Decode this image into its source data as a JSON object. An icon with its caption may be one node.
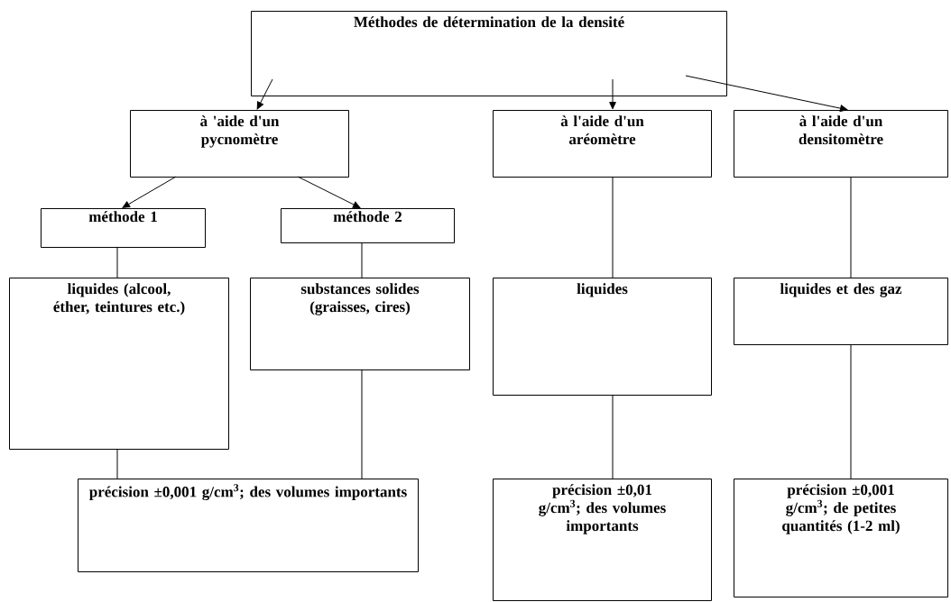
{
  "diagram": {
    "nodes": [
      {
        "text": [
          "Méthodes de détermination de la densité"
        ]
      },
      {
        "text": [
          "à 'aide d'un pycnomètre"
        ]
      },
      {
        "text": [
          "à l'aide d'un aréomètre"
        ]
      },
      {
        "text": [
          "à l'aide d'un densitomètre"
        ]
      },
      {
        "text": [
          "méthode 1"
        ]
      },
      {
        "text": [
          "méthode 2"
        ]
      },
      {
        "text": [
          "liquides (alcool, éther, teintures etc.)"
        ]
      },
      {
        "text": [
          "substances solides (graisses, cires)"
        ]
      },
      {
        "text": [
          "liquides"
        ]
      },
      {
        "text": [
          "liquides et des gaz"
        ]
      },
      {
        "text": [
          "précision ±0,001 g/cm$^{3}$; des volumes importants"
        ]
      },
      {
        "text": [
          "précision ±0,01 g/cm$^{3}$; des volumes importants"
        ]
      },
      {
        "text": [
          "précision ±0,001 g/cm$^{3}$; de petites quantités (1-2 ml)"
        ]
      }
    ],
    "edges": [
      {
        "from": 0,
        "to": 1,
        "arrow": "to"
      },
      {
        "from": 0,
        "to": 2,
        "arrow": "to"
      },
      {
        "from": 0,
        "to": 3,
        "arrow": "to"
      },
      {
        "from": 1,
        "to": 4,
        "arrow": "to"
      },
      {
        "from": 1,
        "to": 5,
        "arrow": "to"
      },
      {
        "from": 4,
        "to": 6,
        "arrow": "none"
      },
      {
        "from": 5,
        "to": 7,
        "arrow": "none"
      },
      {
        "from": 6,
        "to": 10,
        "arrow": "none"
      },
      {
        "from": 7,
        "to": 10,
        "arrow": "none"
      },
      {
        "from": 2,
        "to": 8,
        "arrow": "none"
      },
      {
        "from": 8,
        "to": 11,
        "arrow": "none"
      },
      {
        "from": 3,
        "to": 9,
        "arrow": "none"
      },
      {
        "from": 9,
        "to": 12,
        "arrow": "none"
      }
    ]
  }
}
